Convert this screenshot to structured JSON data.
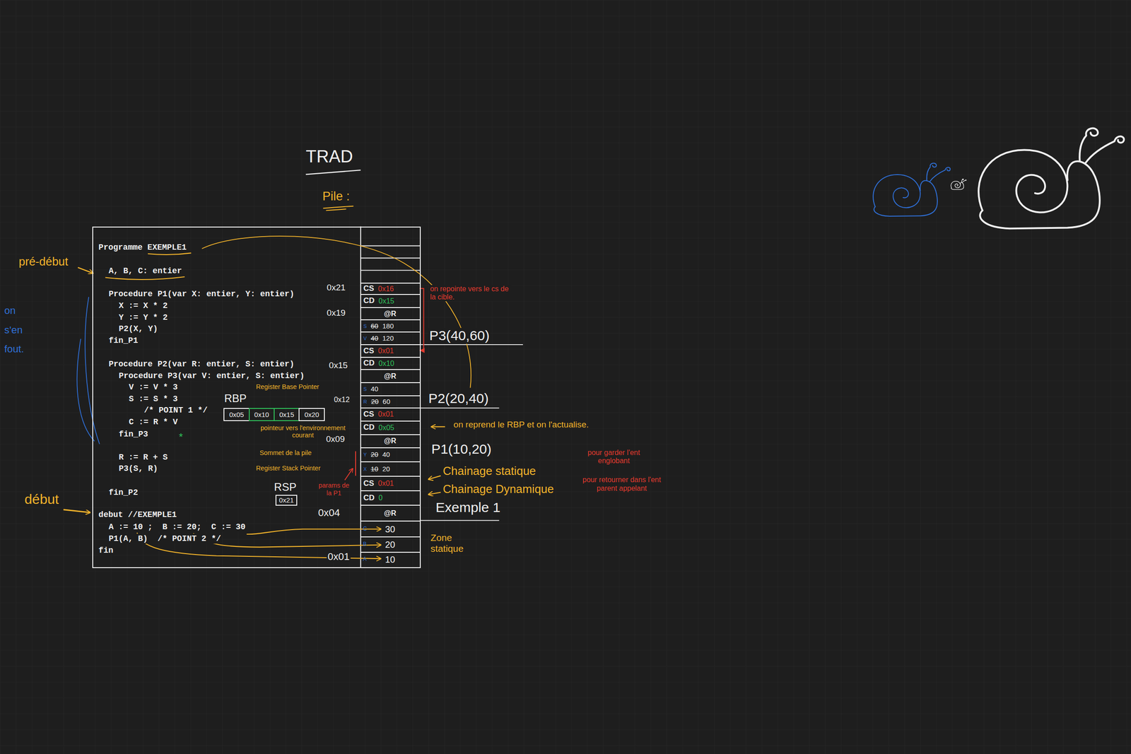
{
  "diagram": {
    "title": "TRAD",
    "nodes": [
      {
        "text": [
          "Programme EXEMPLE1",
          "A, B, C: entier",
          "Procedure P1(var X: entier, Y: entier)",
          "X := X * 2",
          "Y := Y * 2",
          "P2(X, Y)",
          "fin_P1",
          "Procedure P2(var R: entier, S: entier)",
          "Procedure P3(var V: entier, S: entier)",
          "V := V * 3",
          "S := S * 3",
          "/* POINT 1 */",
          "C := R * V",
          "fin_P3",
          "R := R + S",
          "P3(S, R)",
          "fin_P2",
          "debut //EXEMPLE1",
          "A := 10 ;  B := 20;  C := 30",
          "P1(A, B)  /* POINT 2 */",
          "fin"
        ]
      },
      {
        "text": [
          "CS",
          "0x16"
        ],
        "in": 0
      },
      {
        "text": [
          "CD",
          "0x15"
        ],
        "in": 0
      },
      {
        "text": [
          "@R"
        ],
        "in": 0
      },
      {
        "text": [
          "S",
          "60",
          "180"
        ],
        "in": 0
      },
      {
        "text": [
          "V",
          "40",
          "120"
        ],
        "in": 0
      },
      {
        "text": [
          "CS",
          "0x01"
        ],
        "in": 0
      },
      {
        "text": [
          "CD",
          "0x10"
        ],
        "in": 0
      },
      {
        "text": [
          "@R"
        ],
        "in": 0
      },
      {
        "text": [
          "S",
          "40"
        ],
        "in": 0
      },
      {
        "text": [
          "R",
          "20",
          "60"
        ],
        "in": 0
      },
      {
        "text": [
          "CS",
          "0x01"
        ],
        "in": 0
      },
      {
        "text": [
          "CD",
          "0x05"
        ],
        "in": 0
      },
      {
        "text": [
          "@R"
        ],
        "in": 0
      },
      {
        "text": [
          "Y",
          "20",
          "40"
        ],
        "in": 0
      },
      {
        "text": [
          "X",
          "10",
          "20"
        ],
        "in": 0
      },
      {
        "text": [
          "CS",
          "0x01"
        ],
        "in": 0
      },
      {
        "text": [
          "CD",
          "0"
        ],
        "in": 0
      },
      {
        "text": [
          "@R"
        ],
        "in": 0
      },
      {
        "text": [
          "C",
          "30"
        ],
        "in": 0
      },
      {
        "text": [
          "B",
          "20"
        ],
        "in": 0
      },
      {
        "text": [
          "A",
          "10"
        ],
        "in": 0
      },
      {
        "text": [
          "0x05"
        ]
      },
      {
        "text": [
          "0x10"
        ]
      },
      {
        "text": [
          "0x15"
        ]
      },
      {
        "text": [
          "0x20"
        ]
      },
      {
        "text": [
          "RSP",
          "0x21"
        ]
      }
    ],
    "edges": [
      {
        "from": 1,
        "to": 6,
        "arrow": "to"
      }
    ],
    "labels": [
      "Pile :",
      "pré-début",
      "début",
      "on s'en fout.",
      "0x21",
      "0x19",
      "0x15",
      "0x12",
      "0x09",
      "0x04",
      "0x01",
      "P3(40,60)",
      "P2(20,40)",
      "P1(10,20)",
      "Exemple 1",
      "on repointe vers le cs de la cible.",
      "on reprend le RBP et on l'actualise.",
      "Chainage statique",
      "pour garder l'ent englobant",
      "Chainage Dynamique",
      "pour retourner dans l'ent parent appelant",
      "Zone statique",
      "RBP",
      "Register Base Pointer",
      "pointeur vers l'environnement courant",
      "Sommet de la pile",
      "Register Stack Pointer",
      "params de la P1",
      "*"
    ]
  }
}
